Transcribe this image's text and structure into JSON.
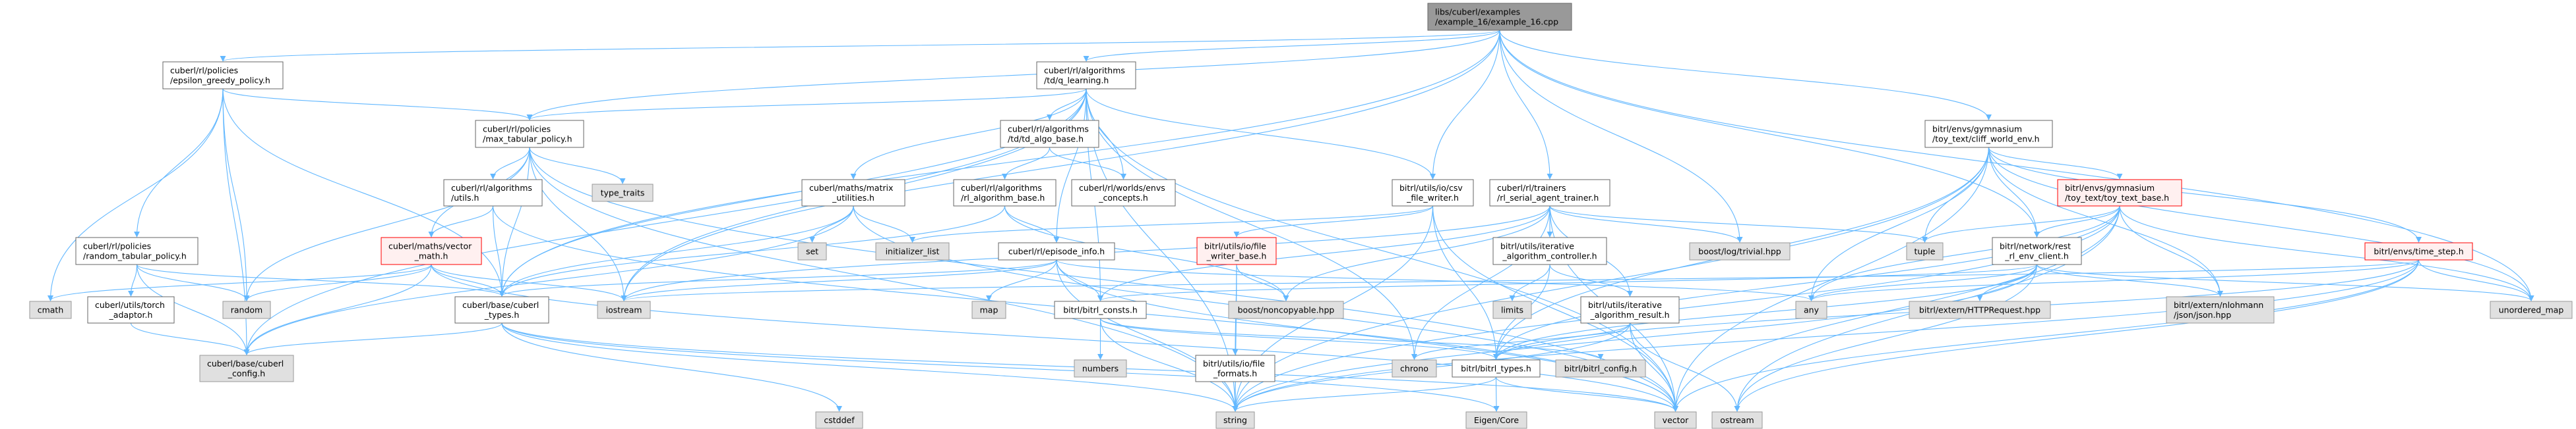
{
  "title": "libs/cuberl/examples/example_16/example_16.cpp",
  "colors": {
    "edge": "#63b8ff",
    "root_fill": "#999999",
    "root_stroke": "#666666",
    "doc_fill": "#ffffff",
    "doc_stroke": "#666666",
    "ext_fill": "#e0e0e0",
    "ext_stroke": "#999999",
    "red_fill": "#fff0f0",
    "red_stroke": "#ff0000"
  },
  "nodes": {
    "root": {
      "kind": "root",
      "lines": [
        "libs/cuberl/examples",
        "/example_16/example_16.cpp"
      ]
    },
    "epsilon": {
      "kind": "doc",
      "lines": [
        "cuberl/rl/policies",
        "/epsilon_greedy_policy.h"
      ]
    },
    "random_tabular": {
      "kind": "doc",
      "lines": [
        "cuberl/rl/policies",
        "/random_tabular_policy.h"
      ]
    },
    "cmath": {
      "kind": "ext",
      "lines": [
        "cmath"
      ]
    },
    "torch": {
      "kind": "doc",
      "lines": [
        "cuberl/utils/torch",
        "_adaptor.h"
      ]
    },
    "random": {
      "kind": "ext",
      "lines": [
        "random"
      ]
    },
    "cuberl_config": {
      "kind": "ext",
      "lines": [
        "cuberl/base/cuberl",
        "_config.h"
      ]
    },
    "vector_math": {
      "kind": "red",
      "lines": [
        "cuberl/maths/vector",
        "_math.h"
      ]
    },
    "max_tabular": {
      "kind": "doc",
      "lines": [
        "cuberl/rl/policies",
        "/max_tabular_policy.h"
      ]
    },
    "alg_utils": {
      "kind": "doc",
      "lines": [
        "cuberl/rl/algorithms",
        "/utils.h"
      ]
    },
    "type_traits": {
      "kind": "ext",
      "lines": [
        "type_traits"
      ]
    },
    "cuberl_types": {
      "kind": "doc",
      "lines": [
        "cuberl/base/cuberl",
        "_types.h"
      ]
    },
    "iostream": {
      "kind": "ext",
      "lines": [
        "iostream"
      ]
    },
    "set": {
      "kind": "ext",
      "lines": [
        "set"
      ]
    },
    "matrix": {
      "kind": "doc",
      "lines": [
        "cuberl/maths/matrix",
        "_utilities.h"
      ]
    },
    "cstddef": {
      "kind": "ext",
      "lines": [
        "cstddef"
      ]
    },
    "q_learning": {
      "kind": "doc",
      "lines": [
        "cuberl/rl/algorithms",
        "/td/q_learning.h"
      ]
    },
    "td_algo": {
      "kind": "doc",
      "lines": [
        "cuberl/rl/algorithms",
        "/td/td_algo_base.h"
      ]
    },
    "rl_alg_base": {
      "kind": "doc",
      "lines": [
        "cuberl/rl/algorithms",
        "/rl_algorithm_base.h"
      ]
    },
    "envs_concepts": {
      "kind": "doc",
      "lines": [
        "cuberl/rl/worlds/envs",
        "_concepts.h"
      ]
    },
    "init_list": {
      "kind": "ext",
      "lines": [
        "initializer_list"
      ]
    },
    "episode_info": {
      "kind": "doc",
      "lines": [
        "cuberl/rl/episode_info.h"
      ]
    },
    "map": {
      "kind": "ext",
      "lines": [
        "map"
      ]
    },
    "bitrl_consts": {
      "kind": "doc",
      "lines": [
        "bitrl/bitrl_consts.h"
      ]
    },
    "numbers": {
      "kind": "ext",
      "lines": [
        "numbers"
      ]
    },
    "fw_base": {
      "kind": "red",
      "lines": [
        "bitrl/utils/io/file",
        "_writer_base.h"
      ]
    },
    "file_formats": {
      "kind": "doc",
      "lines": [
        "bitrl/utils/io/file",
        "_formats.h"
      ]
    },
    "string": {
      "kind": "ext",
      "lines": [
        "string"
      ]
    },
    "noncopyable": {
      "kind": "ext",
      "lines": [
        "boost/noncopyable.hpp"
      ]
    },
    "csv": {
      "kind": "doc",
      "lines": [
        "bitrl/utils/io/csv",
        "_file_writer.h"
      ]
    },
    "trainer": {
      "kind": "doc",
      "lines": [
        "cuberl/rl/trainers",
        "/rl_serial_agent_trainer.h"
      ]
    },
    "iter_ctrl": {
      "kind": "doc",
      "lines": [
        "bitrl/utils/iterative",
        "_algorithm_controller.h"
      ]
    },
    "limits": {
      "kind": "ext",
      "lines": [
        "limits"
      ]
    },
    "iter_result": {
      "kind": "doc",
      "lines": [
        "bitrl/utils/iterative",
        "_algorithm_result.h"
      ]
    },
    "chrono": {
      "kind": "ext",
      "lines": [
        "chrono"
      ]
    },
    "bitrl_types": {
      "kind": "doc",
      "lines": [
        "bitrl/bitrl_types.h"
      ]
    },
    "bitrl_config": {
      "kind": "ext",
      "lines": [
        "bitrl/bitrl_config.h"
      ]
    },
    "eigen": {
      "kind": "ext",
      "lines": [
        "Eigen/Core"
      ]
    },
    "vector": {
      "kind": "ext",
      "lines": [
        "vector"
      ]
    },
    "boost_log": {
      "kind": "ext",
      "lines": [
        "boost/log/trivial.hpp"
      ]
    },
    "cliff": {
      "kind": "doc",
      "lines": [
        "bitrl/envs/gymnasium",
        "/toy_text/cliff_world_env.h"
      ]
    },
    "toy_base": {
      "kind": "red",
      "lines": [
        "bitrl/envs/gymnasium",
        "/toy_text/toy_text_base.h"
      ]
    },
    "tuple": {
      "kind": "ext",
      "lines": [
        "tuple"
      ]
    },
    "rest": {
      "kind": "doc",
      "lines": [
        "bitrl/network/rest",
        "_rl_env_client.h"
      ]
    },
    "any": {
      "kind": "ext",
      "lines": [
        "any"
      ]
    },
    "http": {
      "kind": "ext",
      "lines": [
        "bitrl/extern/HTTPRequest.hpp"
      ]
    },
    "ostream": {
      "kind": "ext",
      "lines": [
        "ostream"
      ]
    },
    "json": {
      "kind": "ext",
      "lines": [
        "bitrl/extern/nlohmann",
        "/json/json.hpp"
      ]
    },
    "time_step": {
      "kind": "red",
      "lines": [
        "bitrl/envs/time_step.h"
      ]
    },
    "unordered_map": {
      "kind": "ext",
      "lines": [
        "unordered_map"
      ]
    }
  },
  "edges": [
    [
      "root",
      "epsilon"
    ],
    [
      "root",
      "max_tabular"
    ],
    [
      "root",
      "q_learning"
    ],
    [
      "root",
      "csv"
    ],
    [
      "root",
      "trainer"
    ],
    [
      "root",
      "cliff"
    ],
    [
      "root",
      "rest"
    ],
    [
      "root",
      "boost_log"
    ],
    [
      "root",
      "unordered_map"
    ],
    [
      "root",
      "cuberl_types"
    ],
    [
      "root",
      "iostream"
    ],
    [
      "epsilon",
      "random_tabular"
    ],
    [
      "epsilon",
      "cmath"
    ],
    [
      "epsilon",
      "random"
    ],
    [
      "epsilon",
      "cuberl_config"
    ],
    [
      "epsilon",
      "max_tabular"
    ],
    [
      "epsilon",
      "cuberl_types"
    ],
    [
      "random_tabular",
      "torch"
    ],
    [
      "random_tabular",
      "cuberl_config"
    ],
    [
      "random_tabular",
      "random"
    ],
    [
      "random_tabular",
      "cuberl_types"
    ],
    [
      "torch",
      "cuberl_config"
    ],
    [
      "vector_math",
      "cmath"
    ],
    [
      "vector_math",
      "random"
    ],
    [
      "vector_math",
      "cuberl_config"
    ],
    [
      "vector_math",
      "cuberl_types"
    ],
    [
      "vector_math",
      "iostream"
    ],
    [
      "vector_math",
      "vector"
    ],
    [
      "max_tabular",
      "alg_utils"
    ],
    [
      "max_tabular",
      "type_traits"
    ],
    [
      "max_tabular",
      "iostream"
    ],
    [
      "max_tabular",
      "cuberl_types"
    ],
    [
      "max_tabular",
      "vector_math"
    ],
    [
      "max_tabular",
      "random"
    ],
    [
      "max_tabular",
      "string"
    ],
    [
      "max_tabular",
      "vector"
    ],
    [
      "alg_utils",
      "vector_math"
    ],
    [
      "alg_utils",
      "cuberl_types"
    ],
    [
      "alg_utils",
      "vector"
    ],
    [
      "cuberl_types",
      "cuberl_config"
    ],
    [
      "cuberl_types",
      "cstddef"
    ],
    [
      "cuberl_types",
      "string"
    ],
    [
      "cuberl_types",
      "vector"
    ],
    [
      "cuberl_types",
      "eigen"
    ],
    [
      "matrix",
      "set"
    ],
    [
      "matrix",
      "init_list"
    ],
    [
      "matrix",
      "cuberl_types"
    ],
    [
      "matrix",
      "cuberl_config"
    ],
    [
      "matrix",
      "vector"
    ],
    [
      "q_learning",
      "td_algo"
    ],
    [
      "q_learning",
      "envs_concepts"
    ],
    [
      "q_learning",
      "matrix"
    ],
    [
      "q_learning",
      "max_tabular"
    ],
    [
      "q_learning",
      "episode_info"
    ],
    [
      "q_learning",
      "bitrl_consts"
    ],
    [
      "q_learning",
      "cuberl_types"
    ],
    [
      "q_learning",
      "csv"
    ],
    [
      "q_learning",
      "chrono"
    ],
    [
      "q_learning",
      "string"
    ],
    [
      "q_learning",
      "vector"
    ],
    [
      "q_learning",
      "iostream"
    ],
    [
      "q_learning",
      "cuberl_config"
    ],
    [
      "td_algo",
      "rl_alg_base"
    ],
    [
      "td_algo",
      "envs_concepts"
    ],
    [
      "rl_alg_base",
      "episode_info"
    ],
    [
      "rl_alg_base",
      "cuberl_types"
    ],
    [
      "rl_alg_base",
      "noncopyable"
    ],
    [
      "episode_info",
      "map"
    ],
    [
      "episode_info",
      "bitrl_consts"
    ],
    [
      "episode_info",
      "string"
    ],
    [
      "episode_info",
      "vector"
    ],
    [
      "episode_info",
      "cuberl_types"
    ],
    [
      "episode_info",
      "any"
    ],
    [
      "episode_info",
      "iostream"
    ],
    [
      "bitrl_consts",
      "numbers"
    ],
    [
      "bitrl_consts",
      "string"
    ],
    [
      "bitrl_consts",
      "bitrl_types"
    ],
    [
      "bitrl_consts",
      "bitrl_config"
    ],
    [
      "fw_base",
      "noncopyable"
    ],
    [
      "fw_base",
      "file_formats"
    ],
    [
      "fw_base",
      "string"
    ],
    [
      "file_formats",
      "string"
    ],
    [
      "csv",
      "fw_base"
    ],
    [
      "csv",
      "bitrl_types"
    ],
    [
      "csv",
      "vector"
    ],
    [
      "csv",
      "string"
    ],
    [
      "csv",
      "init_list"
    ],
    [
      "trainer",
      "iter_ctrl"
    ],
    [
      "trainer",
      "iter_result"
    ],
    [
      "trainer",
      "noncopyable"
    ],
    [
      "trainer",
      "chrono"
    ],
    [
      "trainer",
      "vector"
    ],
    [
      "trainer",
      "bitrl_consts"
    ],
    [
      "trainer",
      "boost_log"
    ],
    [
      "trainer",
      "tuple"
    ],
    [
      "trainer",
      "iostream"
    ],
    [
      "iter_ctrl",
      "limits"
    ],
    [
      "iter_ctrl",
      "bitrl_types"
    ],
    [
      "iter_ctrl",
      "iter_result"
    ],
    [
      "iter_result",
      "chrono"
    ],
    [
      "iter_result",
      "bitrl_types"
    ],
    [
      "iter_result",
      "vector"
    ],
    [
      "iter_result",
      "ostream"
    ],
    [
      "iter_result",
      "string"
    ],
    [
      "bitrl_types",
      "eigen"
    ],
    [
      "bitrl_types",
      "vector"
    ],
    [
      "bitrl_types",
      "string"
    ],
    [
      "cliff",
      "toy_base"
    ],
    [
      "cliff",
      "rest"
    ],
    [
      "cliff",
      "tuple"
    ],
    [
      "cliff",
      "any"
    ],
    [
      "cliff",
      "string"
    ],
    [
      "cliff",
      "vector"
    ],
    [
      "cliff",
      "unordered_map"
    ],
    [
      "cliff",
      "time_step"
    ],
    [
      "cliff",
      "json"
    ],
    [
      "cliff",
      "bitrl_types"
    ],
    [
      "toy_base",
      "rest"
    ],
    [
      "toy_base",
      "tuple"
    ],
    [
      "toy_base",
      "any"
    ],
    [
      "toy_base",
      "json"
    ],
    [
      "toy_base",
      "unordered_map"
    ],
    [
      "toy_base",
      "bitrl_types"
    ],
    [
      "toy_base",
      "string"
    ],
    [
      "toy_base",
      "vector"
    ],
    [
      "toy_base",
      "ostream"
    ],
    [
      "rest",
      "http"
    ],
    [
      "rest",
      "any"
    ],
    [
      "rest",
      "bitrl_types"
    ],
    [
      "rest",
      "string"
    ],
    [
      "rest",
      "json"
    ],
    [
      "rest",
      "unordered_map"
    ],
    [
      "rest",
      "bitrl_consts"
    ],
    [
      "rest",
      "ostream"
    ],
    [
      "time_step",
      "unordered_map"
    ],
    [
      "time_step",
      "any"
    ],
    [
      "time_step",
      "bitrl_types"
    ],
    [
      "time_step",
      "vector"
    ],
    [
      "time_step",
      "string"
    ],
    [
      "time_step",
      "ostream"
    ],
    [
      "time_step",
      "iostream"
    ]
  ]
}
